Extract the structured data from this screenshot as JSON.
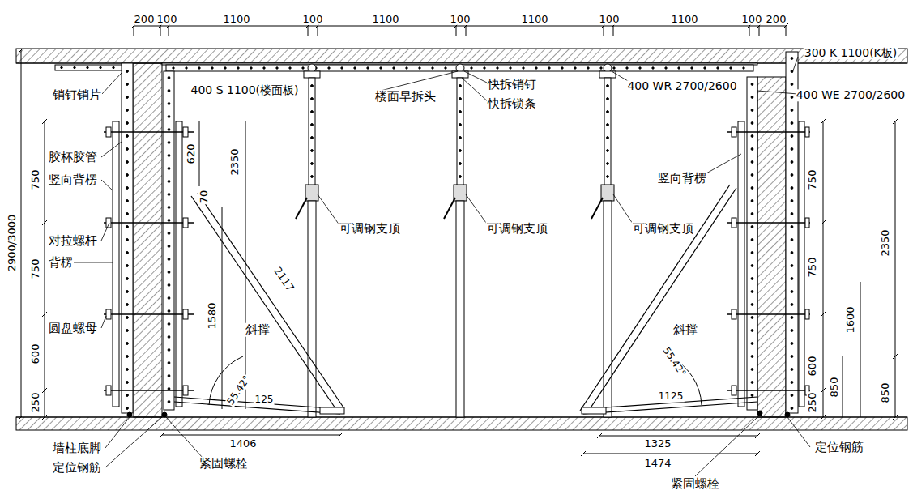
{
  "diagram": {
    "labels": [
      "200",
      "100",
      "1100",
      "100",
      "1100",
      "100",
      "1100",
      "100",
      "1100",
      "100",
      "200",
      "300 K 1100(K板)",
      "销钉销片",
      "400 S 1100(楼面板)",
      "楼面早拆头",
      "快拆销钉",
      "快拆锁条",
      "400 WR 2700/2600",
      "400 WE 2700/2600",
      "2900/3000",
      "750",
      "750",
      "600",
      "250",
      "胶杯胶管",
      "竖向背楞",
      "对拉螺杆",
      "背楞",
      "圆盘螺母",
      "620",
      "70",
      "2350",
      "2117",
      "1580",
      "斜撑",
      "55.42°",
      "125",
      "1406",
      "墙柱底脚",
      "定位钢筋",
      "紧固螺栓",
      "可调钢支顶",
      "可调钢支顶",
      "可调钢支顶",
      "竖向背楞",
      "斜撑",
      "55.42°",
      "1125",
      "1325",
      "1474",
      "定位钢筋",
      "紧固螺栓",
      "750",
      "750",
      "600",
      "250",
      "850",
      "1600",
      "2350",
      "850"
    ]
  }
}
